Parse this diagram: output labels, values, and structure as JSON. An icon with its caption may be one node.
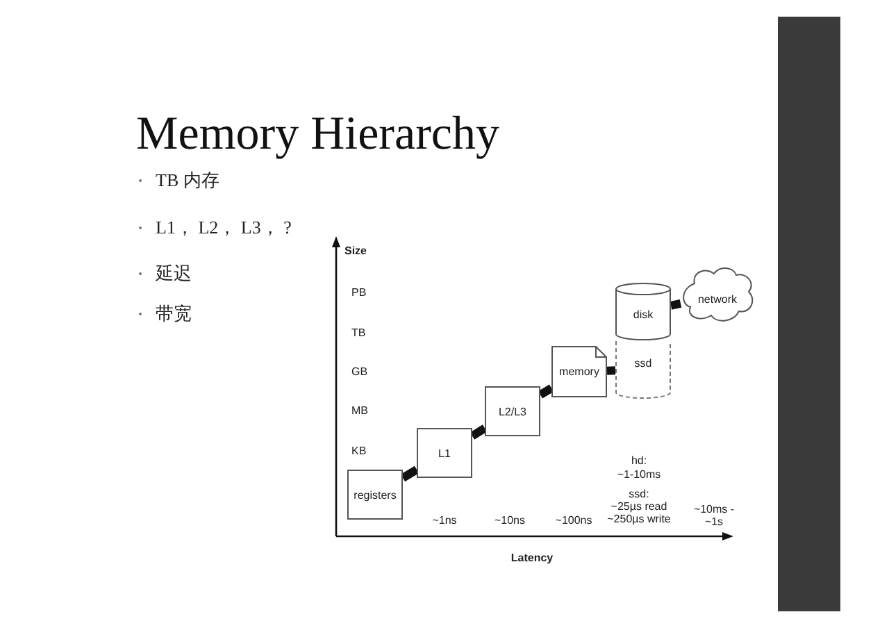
{
  "diagram": {
    "title": "Memory Hierarchy",
    "nodes": [
      {
        "text": [
          "registers"
        ]
      },
      {
        "text": [
          "L1"
        ]
      },
      {
        "text": [
          "L2/L3"
        ]
      },
      {
        "text": [
          "memory"
        ]
      },
      {
        "text": [
          "disk"
        ]
      },
      {
        "text": [
          "ssd"
        ]
      },
      {
        "text": [
          "network"
        ]
      }
    ],
    "edges": [
      {
        "from": 0,
        "to": 1,
        "arrow": "none"
      },
      {
        "from": 1,
        "to": 2,
        "arrow": "none"
      },
      {
        "from": 2,
        "to": 3,
        "arrow": "none"
      },
      {
        "from": 3,
        "to": 5,
        "arrow": "none"
      },
      {
        "from": 4,
        "to": 6,
        "arrow": "none"
      }
    ],
    "labels": [
      "TB 内存",
      "L1， L2， L3， ?",
      "延迟",
      "带宽",
      "Size",
      "PB",
      "TB",
      "GB",
      "MB",
      "KB",
      "hd:",
      "~1-10ms",
      "ssd:",
      "~25µs read",
      "~250µs write",
      "~1ns",
      "~10ns",
      "~100ns",
      "~10ms - ~1s",
      "Latency"
    ]
  }
}
